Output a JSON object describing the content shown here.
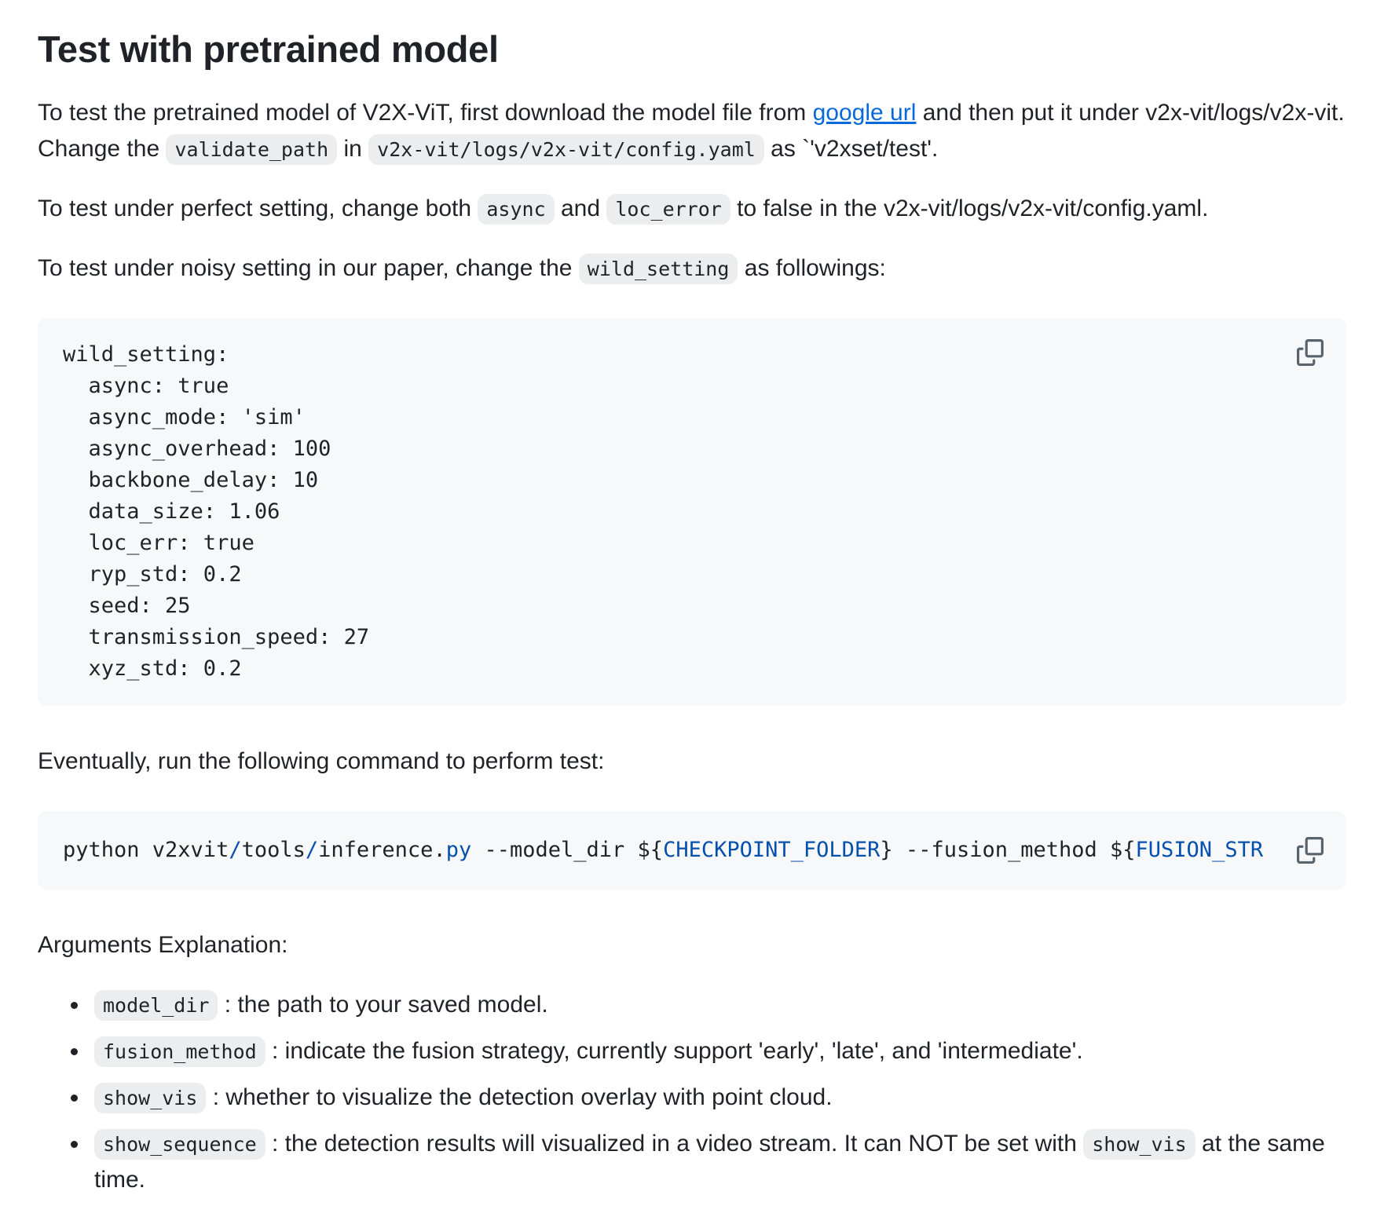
{
  "colors": {
    "text": "#1f2328",
    "link_blue": "#0969da",
    "syntax_blue": "#0550ae",
    "code_block_bg": "#f6f8fa",
    "inline_code_bg": "#eff1f3",
    "copy_icon_gray": "#59636e"
  },
  "heading": "Test with pretrained model",
  "paragraphs": {
    "p1": {
      "t1": "To test the pretrained model of V2X-ViT, first download the model file from ",
      "link": "google url",
      "t2": " and then put it under v2x-vit/logs/v2x-vit. Change the ",
      "c1": "validate_path",
      "t3": " in ",
      "c2": "v2x-vit/logs/v2x-vit/config.yaml",
      "t4": " as `'v2xset/test'."
    },
    "p2": {
      "t1": "To test under perfect setting, change both ",
      "c1": "async",
      "t2": " and ",
      "c2": "loc_error",
      "t3": " to false in the v2x-vit/logs/v2x-vit/config.yaml."
    },
    "p3": {
      "t1": "To test under noisy setting in our paper, change the ",
      "c1": "wild_setting",
      "t2": " as followings:"
    },
    "p4": "Eventually, run the following command to perform test:",
    "p5": "Arguments Explanation:"
  },
  "yaml_block": {
    "code": "wild_setting:\n  async: true\n  async_mode: 'sim'\n  async_overhead: 100\n  backbone_delay: 10\n  data_size: 1.06\n  loc_err: true\n  ryp_std: 0.2\n  seed: 25\n  transmission_speed: 27\n  xyz_std: 0.2"
  },
  "shell_block": {
    "segments": [
      {
        "t": "python v2xvit",
        "style": "plain"
      },
      {
        "t": "/",
        "style": "blue"
      },
      {
        "t": "tools",
        "style": "plain"
      },
      {
        "t": "/",
        "style": "blue"
      },
      {
        "t": "inference",
        "style": "plain"
      },
      {
        "t": ".",
        "style": "plain"
      },
      {
        "t": "py",
        "style": "blue"
      },
      {
        "t": " --model_dir ${",
        "style": "plain"
      },
      {
        "t": "CHECKPOINT_FOLDER",
        "style": "blue"
      },
      {
        "t": "} --fusion_method ${",
        "style": "plain"
      },
      {
        "t": "FUSION_STR",
        "style": "blue"
      }
    ]
  },
  "arguments_list": {
    "items": [
      {
        "code": "model_dir",
        "text": " : the path to your saved model."
      },
      {
        "code": "fusion_method",
        "text": " : indicate the fusion strategy, currently support 'early', 'late', and 'intermediate'."
      },
      {
        "code": "show_vis",
        "text": " : whether to visualize the detection overlay with point cloud."
      },
      {
        "code": "show_sequence",
        "text": " : the detection results will visualized in a video stream. It can NOT be set with ",
        "code2": "show_vis",
        "text2": " at the same time."
      }
    ]
  },
  "icons": {
    "copy": "copy-icon"
  }
}
